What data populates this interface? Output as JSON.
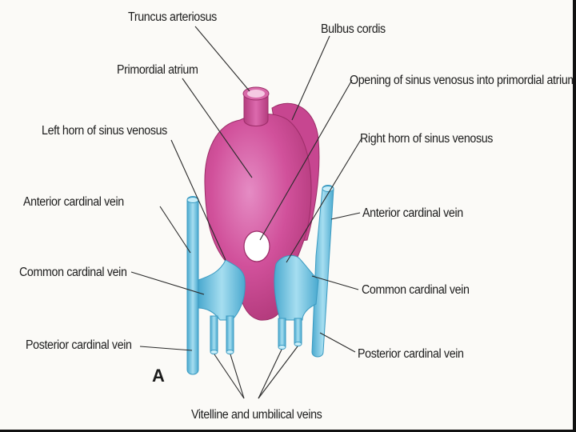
{
  "labels": {
    "truncus_arteriosus": "Truncus arteriosus",
    "bulbus_cordis": "Bulbus cordis",
    "primordial_atrium": "Primordial atrium",
    "opening_sinus_venosus": "Opening of sinus venosus into primordial atrium",
    "left_horn": "Left horn of sinus venosus",
    "right_horn": "Right horn of sinus venosus",
    "anterior_cardinal_left": "Anterior cardinal vein",
    "anterior_cardinal_right": "Anterior cardinal vein",
    "common_cardinal_left": "Common cardinal vein",
    "common_cardinal_right": "Common cardinal vein",
    "posterior_cardinal_left": "Posterior cardinal vein",
    "posterior_cardinal_right": "Posterior cardinal vein",
    "vitelline_umbilical": "Vitelline and umbilical veins"
  },
  "panel_letter": "A",
  "colors": {
    "heart": "#d1519b",
    "heart_dark": "#a8306f",
    "heart_light": "#e07dba",
    "vein": "#7dcbe6",
    "vein_dark": "#3a9ac1",
    "leader": "#2a2a2a"
  }
}
